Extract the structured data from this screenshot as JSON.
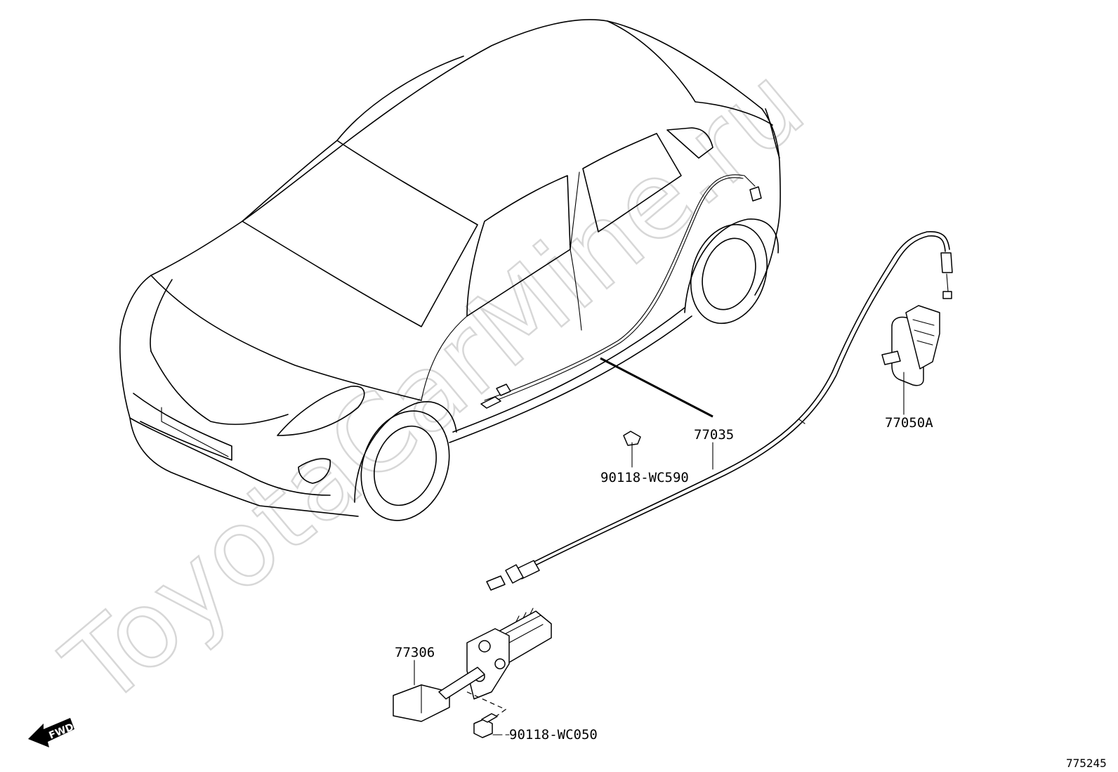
{
  "watermark": "ToyotaCarMine.ru",
  "diagram_id": "775245",
  "direction_label": "FWD",
  "callouts": {
    "cable": "77035",
    "opener_lever": "77050A",
    "clip": "90118-WC590",
    "lock_assembly": "77306",
    "bolt": "90118-WC050"
  }
}
